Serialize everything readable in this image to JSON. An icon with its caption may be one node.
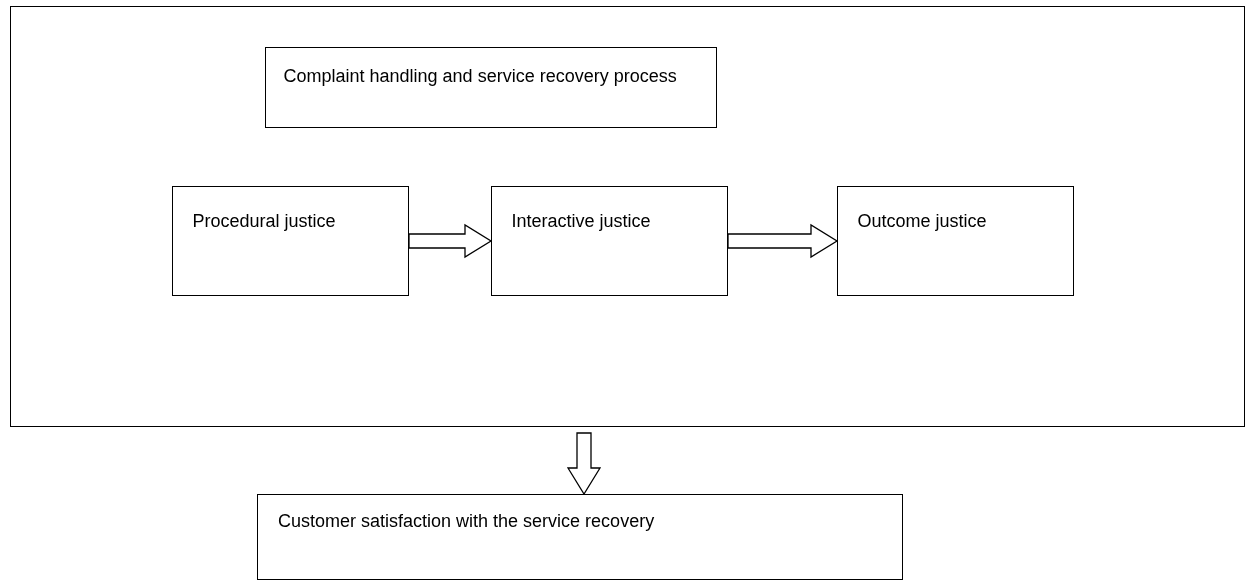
{
  "diagram": {
    "nodes": [
      {
        "text": [],
        "shape": "box"
      },
      {
        "text": [
          "Complaint handling and service recovery process"
        ],
        "in": 0
      },
      {
        "text": [
          "Procedural justice"
        ],
        "in": 0
      },
      {
        "text": [
          "Interactive justice"
        ],
        "in": 0
      },
      {
        "text": [
          "Outcome justice"
        ],
        "in": 0
      },
      {
        "text": [
          "Customer satisfaction with the service recovery"
        ]
      }
    ],
    "edges": [
      {
        "from": 2,
        "to": 3,
        "arrow": "to"
      },
      {
        "from": 3,
        "to": 4,
        "arrow": "to"
      },
      {
        "from": 0,
        "to": 5,
        "arrow": "to"
      }
    ]
  }
}
